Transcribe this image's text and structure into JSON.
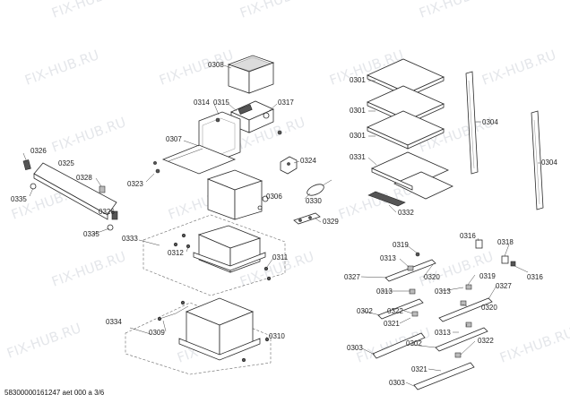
{
  "watermark": "FIX-HUB.RU",
  "footer": "58300000161247 aet 000 a 3/6",
  "labels": [
    "0308",
    "0314",
    "0315",
    "0317",
    "0307",
    "0324",
    "0323",
    "0306",
    "0330",
    "0329",
    "0326",
    "0325",
    "0328",
    "0335",
    "0326",
    "0335",
    "0333",
    "0312",
    "0311",
    "0334",
    "0309",
    "0310",
    "0301",
    "0301",
    "0301",
    "0331",
    "0332",
    "0304",
    "0304",
    "0316",
    "0318",
    "0316",
    "0319",
    "0313",
    "0327",
    "0320",
    "0313",
    "0313",
    "0319",
    "0327",
    "0302",
    "0322",
    "0321",
    "0320",
    "0313",
    "0302",
    "0303",
    "0322",
    "0321",
    "0303"
  ],
  "colors": {
    "line": "#2a2a2a",
    "watermark": "#cfd3da",
    "background": "#ffffff"
  }
}
